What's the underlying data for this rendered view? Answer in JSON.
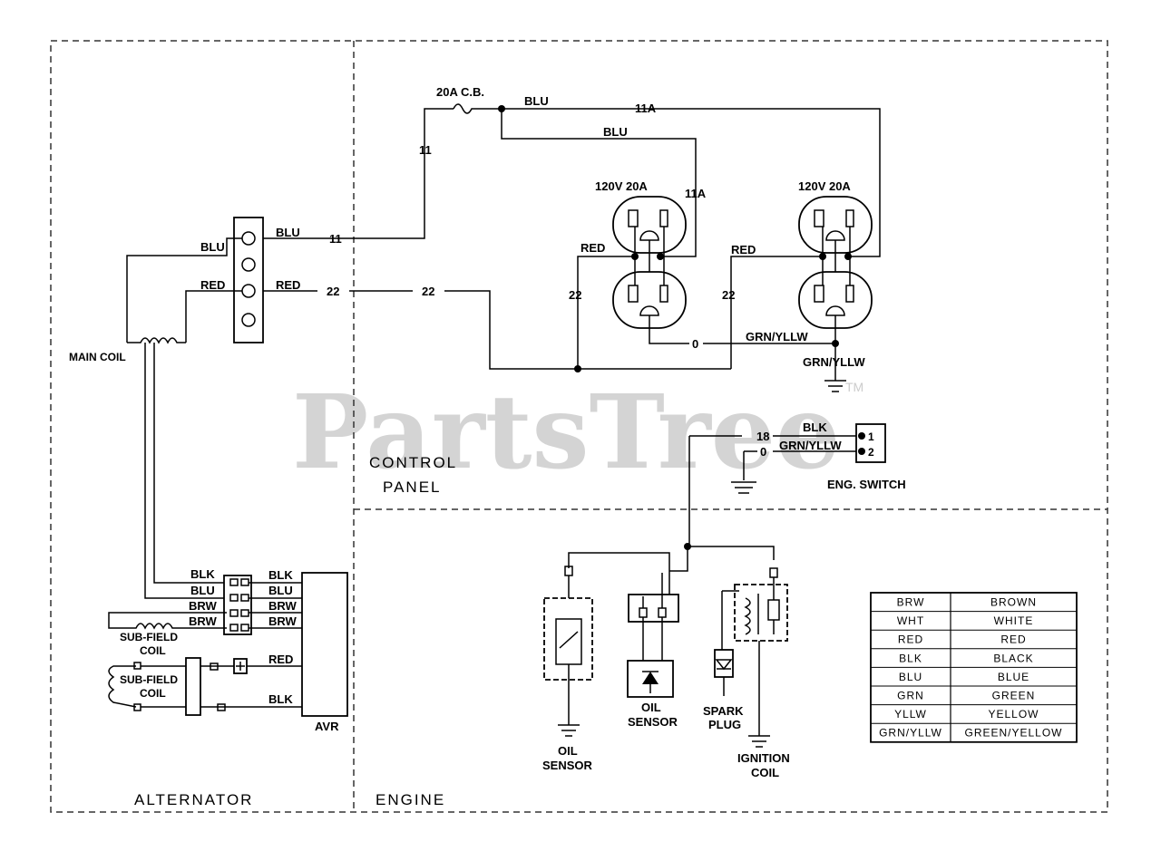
{
  "watermark": {
    "text": "PartsTree",
    "tm": "TM"
  },
  "sections": {
    "alternator": "ALTERNATOR",
    "engine": "ENGINE",
    "control_panel_line1": "CONTROL",
    "control_panel_line2": "PANEL"
  },
  "labels": {
    "cb": "20A C.B.",
    "blu_top": "BLU",
    "w11a_top": "11A",
    "blu_mid": "BLU",
    "w11a_mid": "11A",
    "w11_vert": "11",
    "rec1_rating": "120V 20A",
    "rec2_rating": "120V 20A",
    "red_rec1": "RED",
    "red_rec2": "RED",
    "w22_rec1": "22",
    "w22_rec2": "22",
    "w0_ground": "0",
    "grn_yllw_h": "GRN/YLLW",
    "grn_yllw_v": "GRN/YLLW",
    "term_blu_in": "BLU",
    "term_blu_out": "BLU",
    "term_11": "11",
    "term_red_in": "RED",
    "term_red_out": "RED",
    "term_22": "22",
    "w22_dash": "22",
    "main_coil": "MAIN COIL",
    "w18": "18",
    "w0_switch": "0",
    "blk_switch": "BLK",
    "grn_yllw_switch": "GRN/YLLW",
    "pin1": "1",
    "pin2": "2",
    "eng_switch": "ENG. SWITCH",
    "avr_blk_l": "BLK",
    "avr_blu_l": "BLU",
    "avr_brw1_l": "BRW",
    "avr_brw2_l": "BRW",
    "avr_blk_r": "BLK",
    "avr_blu_r": "BLU",
    "avr_brw1_r": "BRW",
    "avr_brw2_r": "BRW",
    "subfield1_a": "SUB-FIELD",
    "subfield1_b": "COIL",
    "subfield2_a": "SUB-FIELD",
    "subfield2_b": "COIL",
    "avr_red": "RED",
    "avr_blk_low": "BLK",
    "avr": "AVR",
    "oil_sensor_l_a": "OIL",
    "oil_sensor_l_b": "SENSOR",
    "oil_sensor_c_a": "OIL",
    "oil_sensor_c_b": "SENSOR",
    "spark_a": "SPARK",
    "spark_b": "PLUG",
    "ign_a": "IGNITION",
    "ign_b": "COIL"
  },
  "color_legend": [
    {
      "code": "BRW",
      "name": "BROWN"
    },
    {
      "code": "WHT",
      "name": "WHITE"
    },
    {
      "code": "RED",
      "name": "RED"
    },
    {
      "code": "BLK",
      "name": "BLACK"
    },
    {
      "code": "BLU",
      "name": "BLUE"
    },
    {
      "code": "GRN",
      "name": "GREEN"
    },
    {
      "code": "YLLW",
      "name": "YELLOW"
    },
    {
      "code": "GRN/YLLW",
      "name": "GREEN/YELLOW"
    }
  ]
}
